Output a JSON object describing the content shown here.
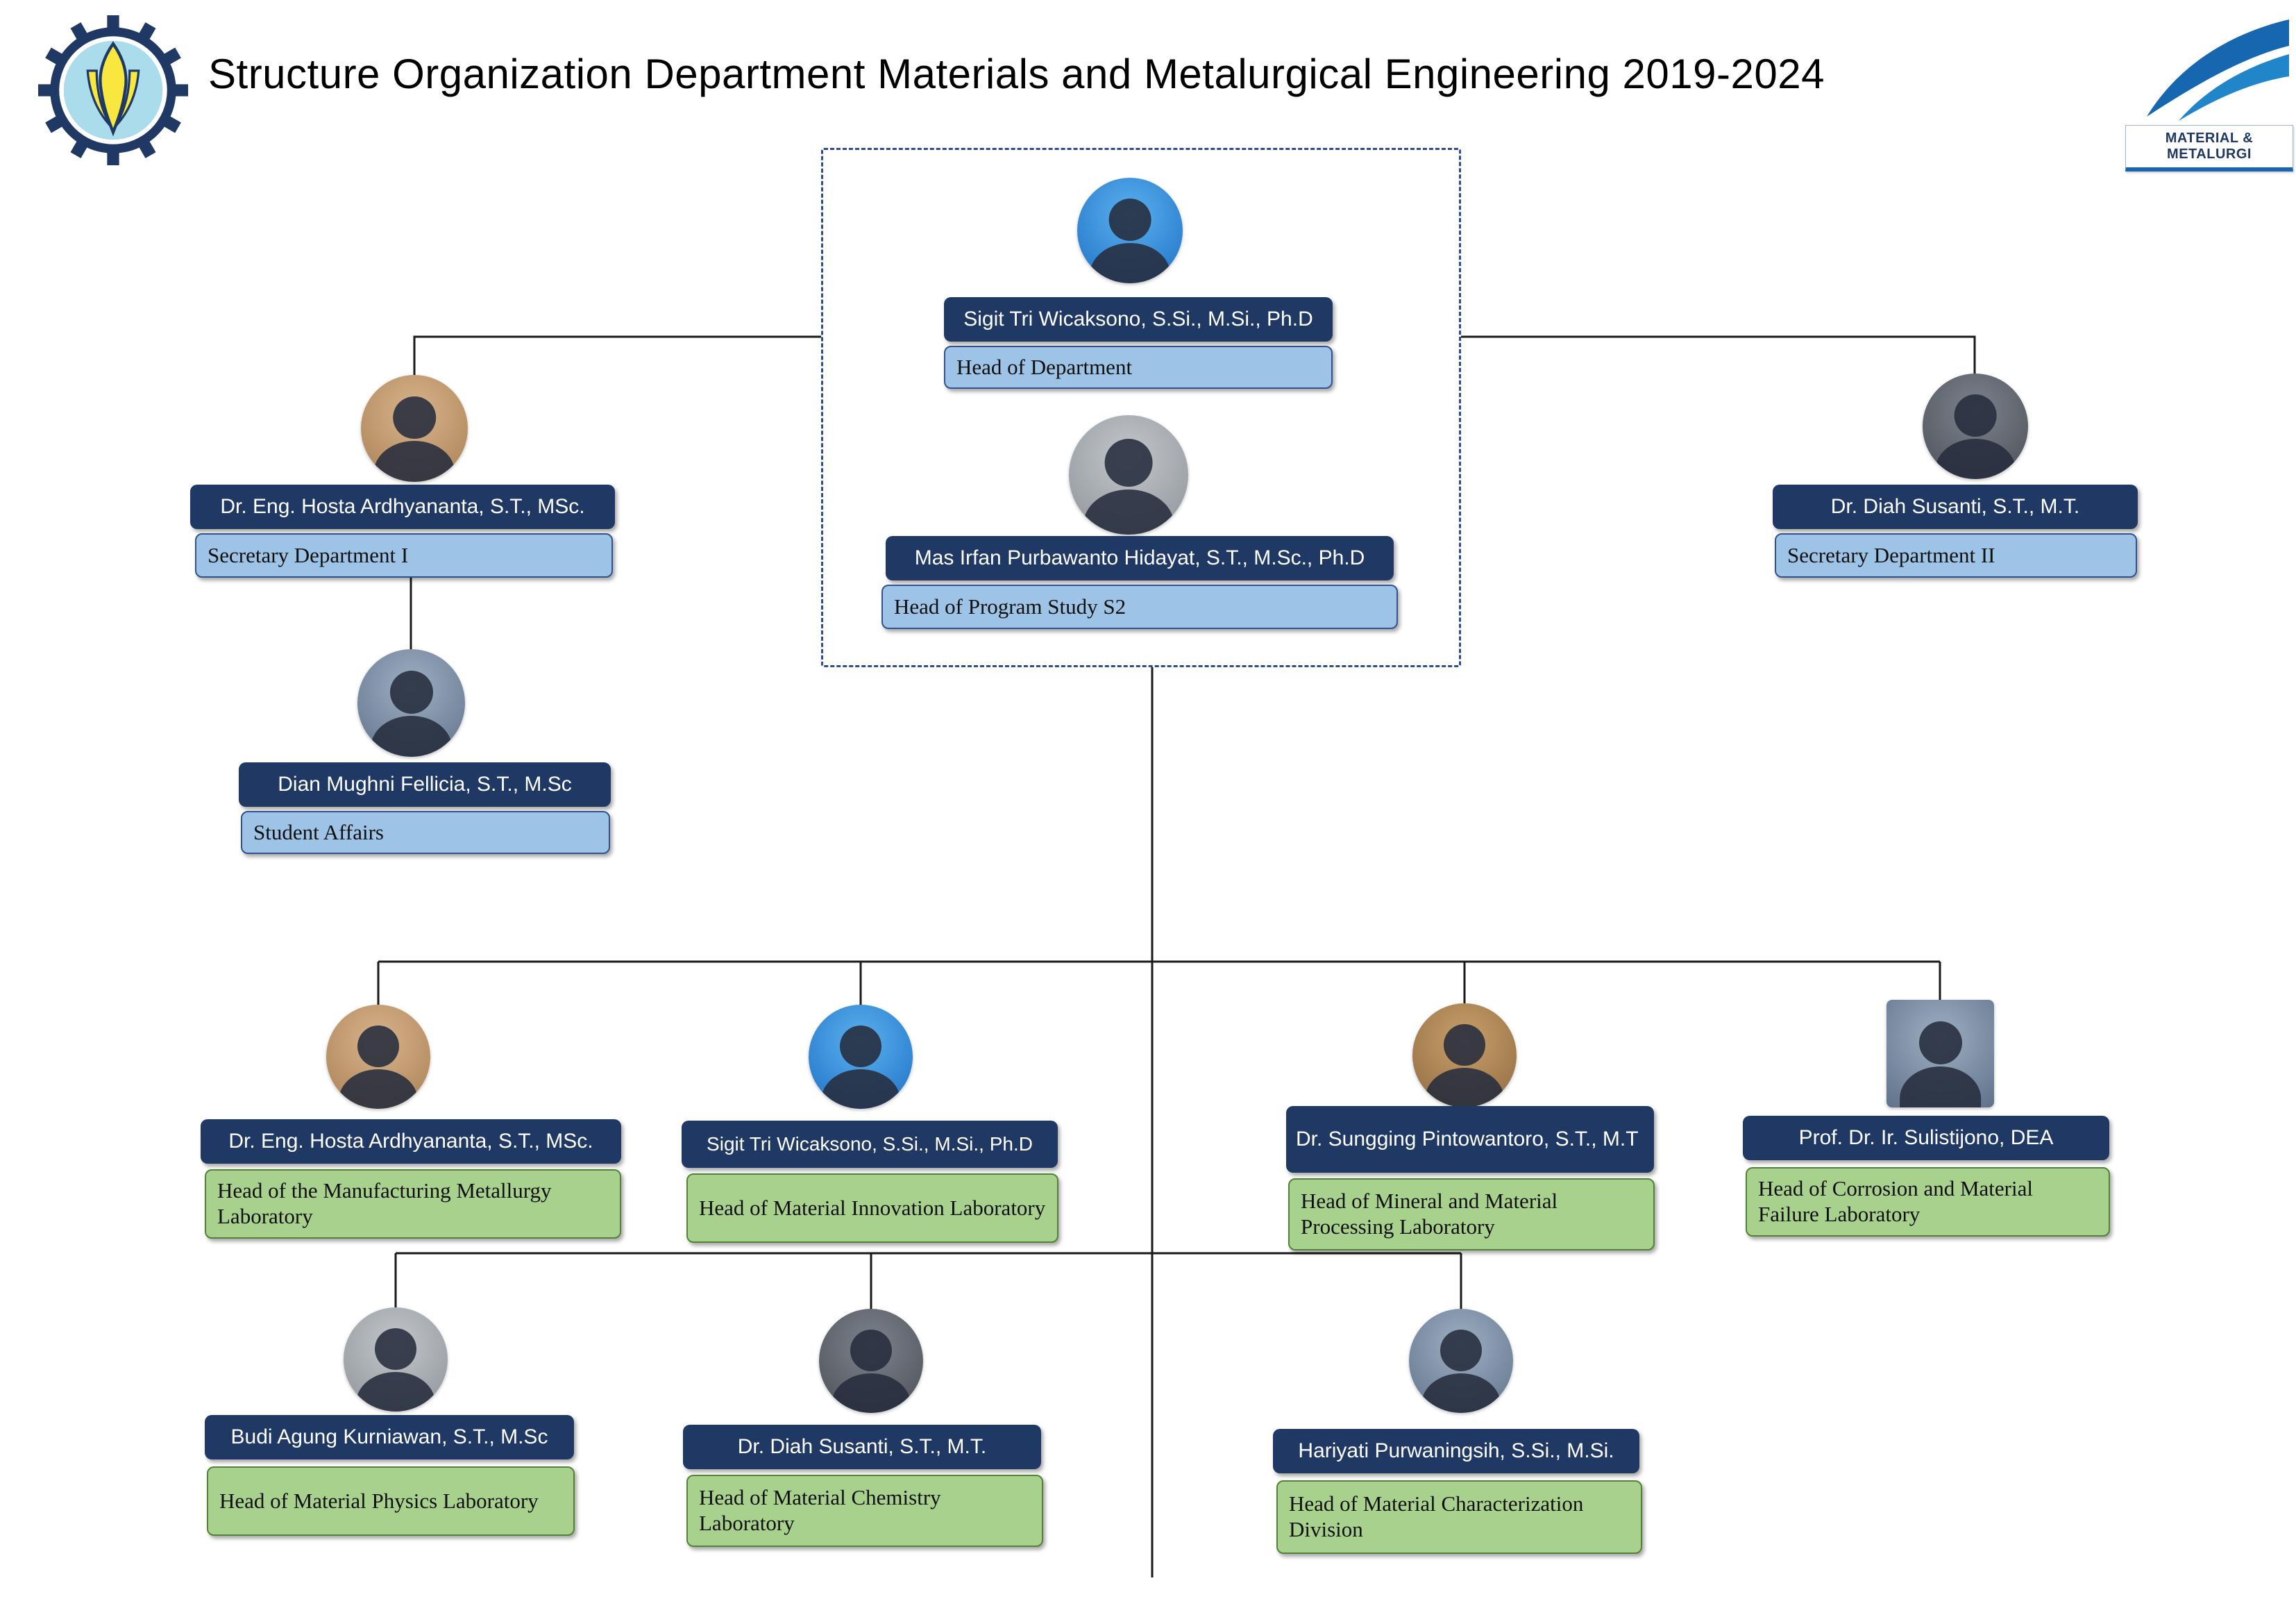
{
  "header": {
    "title": "Structure Organization Department Materials and Metalurgical Engineering 2019-2024",
    "left_logo": "its-institute-logo",
    "right_logo_label": "MATERIAL & METALURGI"
  },
  "colors": {
    "name_badge": "#1f3864",
    "role_blue": "#9dc3e6",
    "role_green": "#a9d18e",
    "dashed_border": "#2e4d8f",
    "connector_line": "#1a1a1a",
    "logo_blue": "#1667b0",
    "logo_yellow": "#f7e73e"
  },
  "nodes": {
    "head_of_department": {
      "name": "Sigit Tri Wicaksono, S.Si., M.Si., Ph.D",
      "role": "Head of Department"
    },
    "head_program_s2": {
      "name": "Mas Irfan Purbawanto Hidayat, S.T., M.Sc., Ph.D",
      "role": "Head of Program Study S2"
    },
    "secretary_1": {
      "name": "Dr. Eng. Hosta Ardhyananta, S.T., MSc.",
      "role": "Secretary Department I"
    },
    "secretary_2": {
      "name": "Dr. Diah Susanti, S.T., M.T.",
      "role": "Secretary Department II"
    },
    "student_affairs": {
      "name": "Dian Mughni Fellicia, S.T., M.Sc",
      "role": "Student Affairs"
    },
    "lab_manufacturing": {
      "name": "Dr. Eng. Hosta Ardhyananta, S.T., MSc.",
      "role": "Head of the Manufacturing Metallurgy Laboratory"
    },
    "lab_innovation": {
      "name": "Sigit Tri Wicaksono, S.Si., M.Si., Ph.D",
      "role": "Head of Material Innovation Laboratory"
    },
    "lab_mineral": {
      "name": "Dr. Sungging Pintowantoro, S.T., M.T",
      "role": "Head of Mineral and Material Processing Laboratory"
    },
    "lab_corrosion": {
      "name": "Prof. Dr. Ir. Sulistijono, DEA",
      "role": "Head of Corrosion and Material Failure Laboratory"
    },
    "lab_physics": {
      "name": "Budi Agung Kurniawan, S.T., M.Sc",
      "role": "Head of Material Physics Laboratory"
    },
    "lab_chemistry": {
      "name": "Dr. Diah Susanti, S.T., M.T.",
      "role": "Head of Material Chemistry Laboratory"
    },
    "div_characterization": {
      "name": "Hariyati Purwaningsih, S.Si., M.Si.",
      "role": "Head of Material Characterization Division"
    }
  }
}
